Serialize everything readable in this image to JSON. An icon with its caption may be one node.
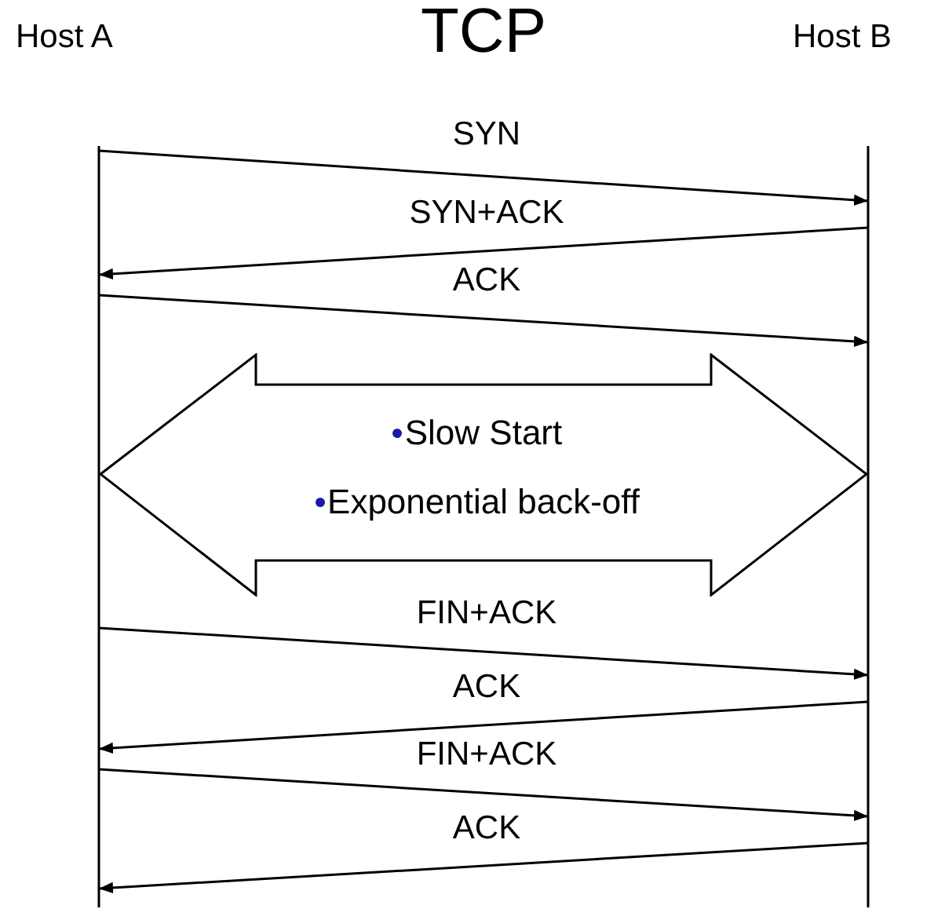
{
  "diagram": {
    "title": "TCP",
    "nodes": [
      {
        "text": [
          "Host A"
        ]
      },
      {
        "text": [
          "Host B"
        ]
      },
      {
        "text": [
          "Slow Start",
          "Exponential back-off"
        ]
      }
    ],
    "edges": [
      {
        "from": 0,
        "to": 1,
        "arrow": "to",
        "label": "SYN"
      },
      {
        "from": 1,
        "to": 0,
        "arrow": "to",
        "label": "SYN+ACK"
      },
      {
        "from": 0,
        "to": 1,
        "arrow": "to",
        "label": "ACK"
      },
      {
        "from": 0,
        "to": 1,
        "arrow": "to",
        "label": "FIN+ACK"
      },
      {
        "from": 1,
        "to": 0,
        "arrow": "to",
        "label": "ACK"
      },
      {
        "from": 0,
        "to": 1,
        "arrow": "to",
        "label": "FIN+ACK"
      },
      {
        "from": 1,
        "to": 0,
        "arrow": "to",
        "label": "ACK"
      }
    ]
  }
}
